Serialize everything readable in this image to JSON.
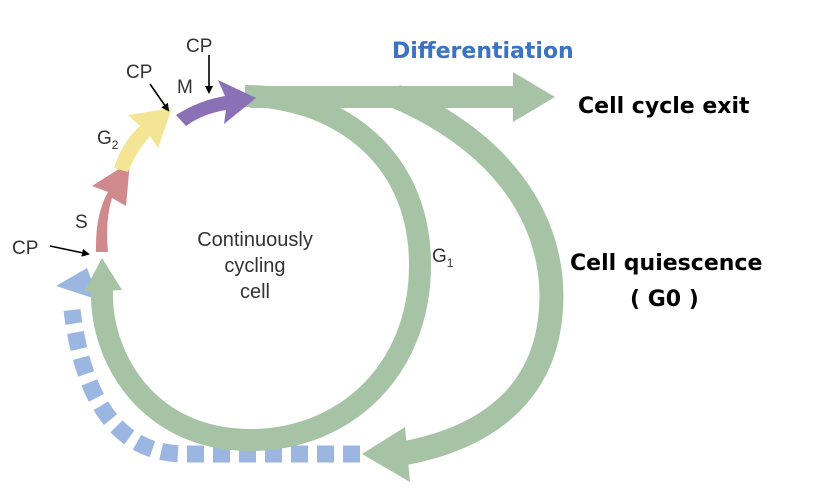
{
  "colors": {
    "g1_green": "#a7c3a6",
    "s_red": "#d08a8d",
    "g2_yellow": "#f3e594",
    "m_purple": "#8a70b4",
    "dashed_blue": "#9bb6e1",
    "differentiation_blue": "#3b73c2",
    "text_black": "#000000",
    "label_grey": "#333333"
  },
  "icons": [
    "arrow-pointer-icon"
  ],
  "labels": {
    "differentiation": "Differentiation",
    "cell_cycle_exit": "Cell cycle exit",
    "cell_quiescence": "Cell quiescence",
    "g0": "( G0 )",
    "center_line1": "Continuously",
    "center_line2": "cycling",
    "center_line3": "cell",
    "g1_main": "G",
    "g1_sub": "1",
    "g2_main": "G",
    "g2_sub": "2",
    "s": "S",
    "m": "M",
    "cp": "CP"
  }
}
